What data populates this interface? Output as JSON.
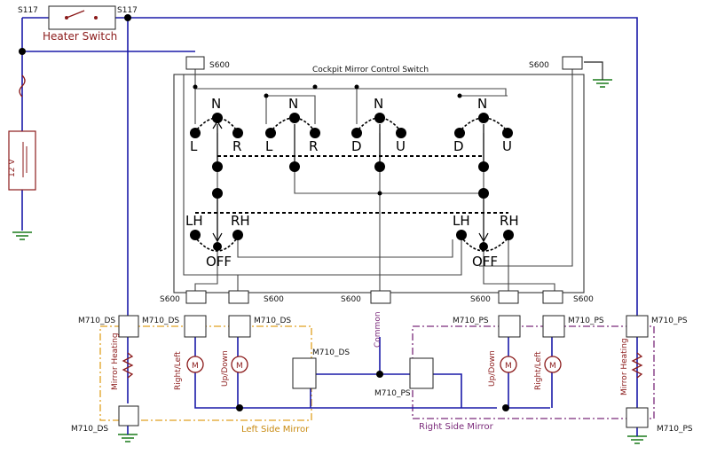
{
  "switch_box_title": "Cockpit Mirror Control Switch",
  "heater_switch": "Heater Switch",
  "battery": "12 V",
  "left_group": "Left Side Mirror",
  "right_group": "Right Side Mirror",
  "common": "Common",
  "splices": {
    "s117a": "S117",
    "s117b": "S117"
  },
  "s600": "S600",
  "m710_ds": "M710_DS",
  "m710_ps": "M710_PS",
  "switch_labels": {
    "n1": "N",
    "l1": "L",
    "r1": "R",
    "n2": "N",
    "l2": "L",
    "r2": "R",
    "n3": "N",
    "d3": "D",
    "u3": "U",
    "n4": "N",
    "d4": "D",
    "u4": "U",
    "lh_left": "LH",
    "rh_left": "RH",
    "off_left": "OFF",
    "lh_right": "LH",
    "rh_right": "RH",
    "off_right": "OFF"
  },
  "motor_labels": {
    "right_left_l": "Right/Left",
    "up_down_l": "Up/Down",
    "up_down_r": "Up/Down",
    "right_left_r": "Right/Left",
    "heat_l": "Mirror Heating",
    "heat_r": "Mirror Heating"
  },
  "motor_symbol": "M",
  "colors": {
    "wire": "#1a1aa8",
    "left_box": "#e0a020",
    "right_box": "#7a2a7a",
    "ground": "#1a7a1a",
    "label_red": "#8b1a1a"
  }
}
